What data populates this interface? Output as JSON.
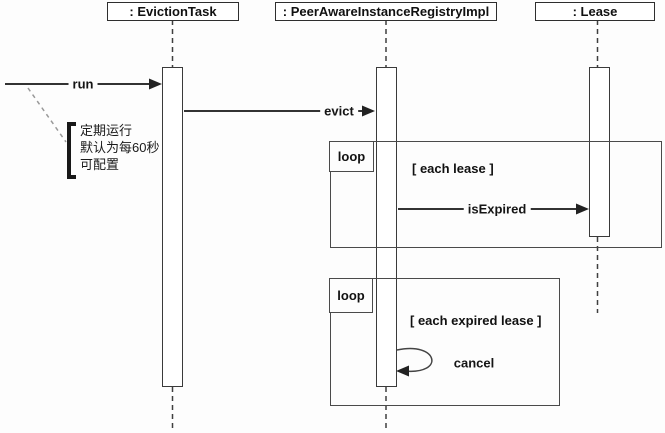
{
  "diagram": {
    "title_hint": "UML sequence diagram of lease eviction",
    "lifelines": [
      {
        "label": ": EvictionTask"
      },
      {
        "label": ": PeerAwareInstanceRegistryImpl"
      },
      {
        "label": ": Lease"
      }
    ],
    "messages": {
      "run": "run",
      "evict": "evict",
      "is_expired": "isExpired",
      "cancel": "cancel"
    },
    "loops": [
      {
        "operator": "loop",
        "guard": "[ each lease ]"
      },
      {
        "operator": "loop",
        "guard": "[ each expired lease ]"
      }
    ],
    "note": {
      "lines": [
        "定期运行",
        "默认为每60秒",
        "可配置"
      ]
    },
    "colors": {
      "background": "#fdfdfd",
      "line": "#3f3f3f",
      "arrow": "#333333",
      "note_line": "#999999",
      "text": "#111111"
    }
  }
}
